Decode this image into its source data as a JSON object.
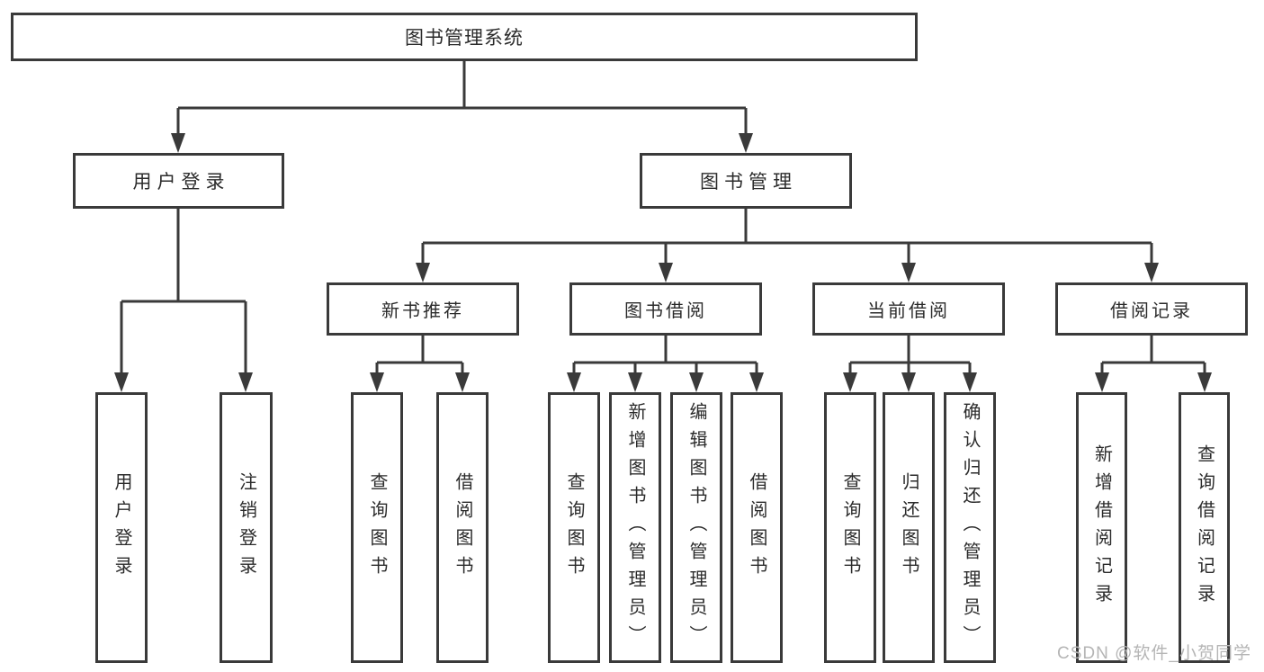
{
  "diagram": {
    "root_label": "图书管理系统",
    "user_login": {
      "label": "用户登录",
      "children": [
        {
          "label": "用户登录"
        },
        {
          "label": "注销登录"
        }
      ]
    },
    "book_mgmt": {
      "label": "图书管理",
      "children": [
        {
          "label": "新书推荐",
          "children": [
            {
              "label": "查询图书"
            },
            {
              "label": "借阅图书"
            }
          ]
        },
        {
          "label": "图书借阅",
          "children": [
            {
              "label": "查询图书"
            },
            {
              "label": "新增图书（管理员）"
            },
            {
              "label": "编辑图书（管理员）"
            },
            {
              "label": "借阅图书"
            }
          ]
        },
        {
          "label": "当前借阅",
          "children": [
            {
              "label": "查询图书"
            },
            {
              "label": "归还图书"
            },
            {
              "label": "确认归还（管理员）"
            }
          ]
        },
        {
          "label": "借阅记录",
          "children": [
            {
              "label": "新增借阅记录"
            },
            {
              "label": "查询借阅记录"
            }
          ]
        }
      ]
    }
  },
  "watermark": {
    "text": "CSDN @软件_小贺同学"
  },
  "colors": {
    "line": "#3a3a3a",
    "text": "#2b2b2b",
    "watermark": "#b5b5b5",
    "background": "#ffffff"
  }
}
